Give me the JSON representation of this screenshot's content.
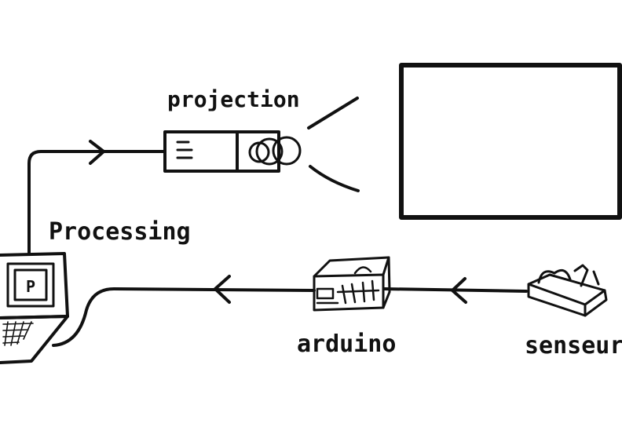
{
  "labels": {
    "projection": "projection",
    "processing": "Processing",
    "arduino": "arduino",
    "senseur": "senseur",
    "laptop_screen_glyph": "P"
  },
  "colors": {
    "ink": "#111111",
    "paper": "#ffffff"
  }
}
